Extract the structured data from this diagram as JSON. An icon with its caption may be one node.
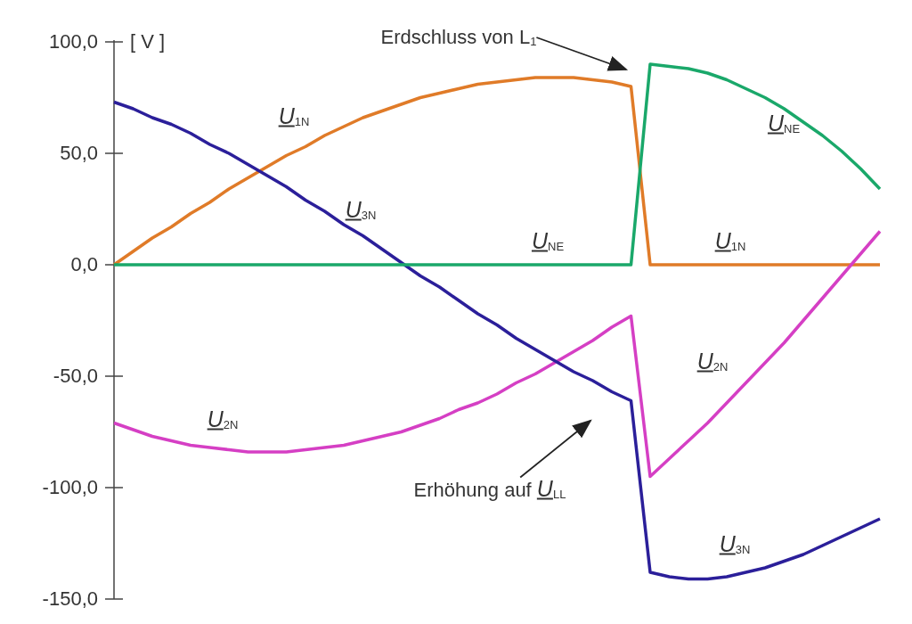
{
  "diagram": {
    "nodes": [
      {
        "text": [
          "Erdschluss von L$_{1}$"
        ]
      },
      {
        "text": [
          "Erhöhung auf *U*$_{LL}$"
        ]
      }
    ],
    "edges": [
      {
        "from": 0,
        "to": null,
        "arrow": "to"
      },
      {
        "from": 1,
        "to": null,
        "arrow": "to"
      }
    ],
    "labels": [
      "*U*$_{1N}$",
      "*U*$_{3N}$",
      "*U*$_{NE}$",
      "*U*$_{NE}$",
      "*U*$_{1N}$",
      "*U*$_{2N}$",
      "*U*$_{2N}$",
      "*U*$_{3N}$"
    ],
    "chart_data": {
      "type": "line",
      "ylabel": "[ V ]",
      "categories": [
        null,
        null,
        null,
        null,
        null,
        null,
        null,
        null,
        null,
        null,
        null,
        null,
        null,
        null,
        null,
        null,
        null,
        null,
        null,
        null,
        null,
        null,
        null,
        null,
        null,
        null,
        null,
        null,
        null,
        null,
        null,
        null,
        null,
        null,
        null,
        null,
        null,
        null,
        null,
        null,
        null
      ],
      "series": [
        {
          "color": "#e07b28",
          "values": [
            0,
            6,
            12,
            17,
            23,
            28,
            34,
            39,
            44,
            49,
            53,
            58,
            62,
            66,
            69,
            72,
            75,
            77,
            79,
            81,
            82,
            83,
            84,
            84,
            84,
            83,
            82,
            80,
            0,
            0,
            0,
            0,
            0,
            0,
            0,
            0,
            0,
            0,
            0,
            0,
            0
          ]
        },
        {
          "color": "#d53fc4",
          "values": [
            -71,
            -74,
            -77,
            -79,
            -81,
            -82,
            -83,
            -84,
            -84,
            -84,
            -83,
            -82,
            -81,
            -79,
            -77,
            -75,
            -72,
            -69,
            -65,
            -62,
            -58,
            -53,
            -49,
            -44,
            -39,
            -34,
            -28,
            -23,
            -95,
            -87,
            -79,
            -71,
            -62,
            -53,
            -44,
            -35,
            -25,
            -15,
            -5,
            5,
            15
          ]
        },
        {
          "color": "#2b1f9a",
          "values": [
            73,
            70,
            66,
            63,
            59,
            54,
            50,
            45,
            40,
            35,
            29,
            24,
            18,
            13,
            7,
            1,
            -5,
            -10,
            -16,
            -22,
            -27,
            -33,
            -38,
            -43,
            -48,
            -52,
            -57,
            -61,
            -138,
            -140,
            -141,
            -141,
            -140,
            -138,
            -136,
            -133,
            -130,
            -126,
            -122,
            -118,
            -114
          ]
        },
        {
          "color": "#1aa86a",
          "values": [
            0,
            0,
            0,
            0,
            0,
            0,
            0,
            0,
            0,
            0,
            0,
            0,
            0,
            0,
            0,
            0,
            0,
            0,
            0,
            0,
            0,
            0,
            0,
            0,
            0,
            0,
            0,
            0,
            90,
            89,
            88,
            86,
            83,
            79,
            75,
            70,
            64,
            58,
            51,
            43,
            34
          ]
        }
      ],
      "ylim": [
        -150,
        100
      ],
      "yticks": [
        {
          "value": 100,
          "label": "100,0"
        },
        {
          "value": 50,
          "label": "50,0"
        },
        {
          "value": 0,
          "label": "0,0"
        },
        {
          "value": -50,
          "label": "-50,0"
        },
        {
          "value": -100,
          "label": "-100,0"
        },
        {
          "value": -150,
          "label": "-150,0"
        }
      ]
    }
  }
}
